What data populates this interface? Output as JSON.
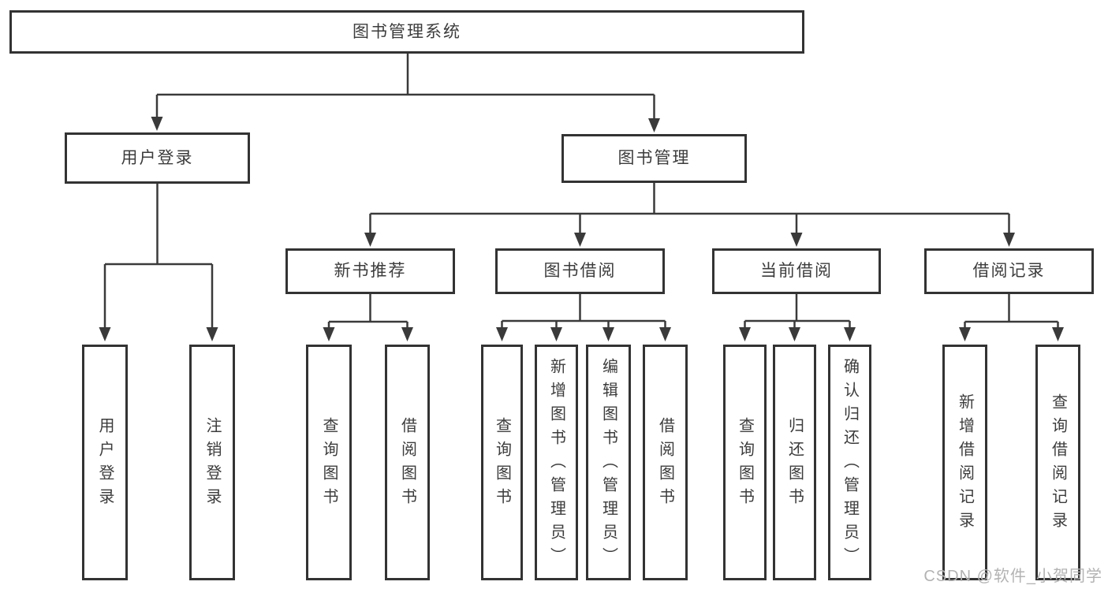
{
  "tree": {
    "root": "图书管理系统",
    "login": {
      "label": "用户登录",
      "children": [
        "用户登录",
        "注销登录"
      ]
    },
    "mgmt": {
      "label": "图书管理",
      "groups": [
        {
          "label": "新书推荐",
          "children": [
            "查询图书",
            "借阅图书"
          ]
        },
        {
          "label": "图书借阅",
          "children": [
            "查询图书",
            "新增图书（管理员）",
            "编辑图书（管理员）",
            "借阅图书"
          ]
        },
        {
          "label": "当前借阅",
          "children": [
            "查询图书",
            "归还图书",
            "确认归还（管理员）"
          ]
        },
        {
          "label": "借阅记录",
          "children": [
            "新增借阅记录",
            "查询借阅记录"
          ]
        }
      ]
    }
  },
  "watermark": "CSDN @软件_小贺同学",
  "colors": {
    "background": "#ffffff",
    "box_border": "#333333",
    "line": "#3a3a3a",
    "text": "#3c3c3c",
    "watermark": "#b3b3b3"
  }
}
